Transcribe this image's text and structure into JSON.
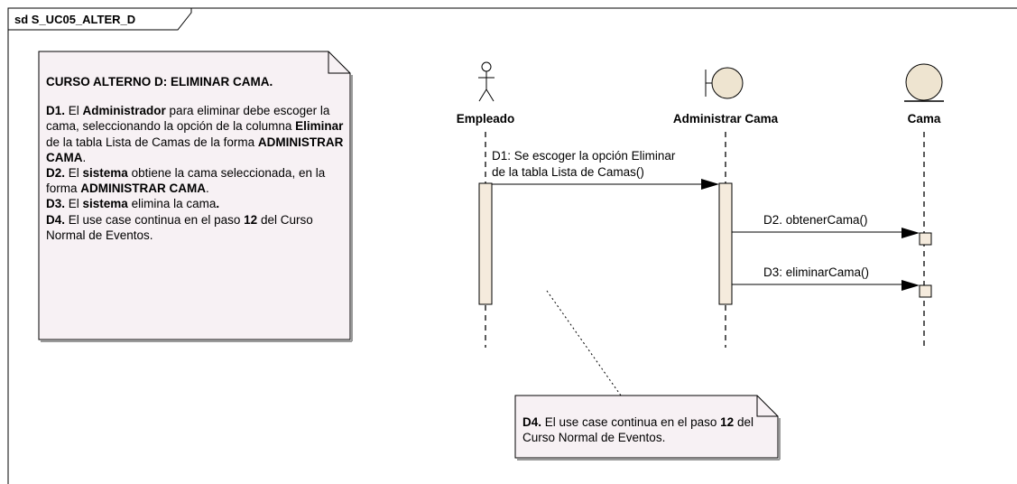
{
  "frame": {
    "title": "sd S_UC05_ALTER_D"
  },
  "colors": {
    "note_fill": "#F7F1F4",
    "lifeline_fill": "#F5EBDD",
    "participant_fill": "#EEE4D0",
    "line": "#000000"
  },
  "note_main": {
    "title": "CURSO ALTERNO D: ELIMINAR CAMA.",
    "step1": {
      "num": "D1.",
      "t1": " El ",
      "b1": "Administrador",
      "t2": " para eliminar debe escoger la cama, seleccionando la opción de la columna ",
      "b2": "Eliminar",
      "t3": " de la tabla Lista de Camas de la forma ",
      "b3": "ADMINISTRAR CAMA",
      "t4": "."
    },
    "step2": {
      "num": "D2.",
      "t1": " El ",
      "b1": "sistema",
      "t2": " obtiene la cama seleccionada, en la forma ",
      "b2": "ADMINISTRAR CAMA",
      "t3": "."
    },
    "step3": {
      "num": "D3.",
      "t1": " El ",
      "b1": "sistema",
      "t2": " elimina la cama",
      "b2": "."
    },
    "step4": {
      "num": "D4.",
      "t1": " El use case continua en el paso ",
      "b1": "12",
      "t2": " del Curso Normal de Eventos."
    }
  },
  "note_small": {
    "num": "D4.",
    "t1": " El use case continua en el paso ",
    "b1": "12",
    "t2": " del Curso Normal de Eventos."
  },
  "participants": [
    {
      "label": "Empleado",
      "kind": "actor"
    },
    {
      "label": "Administrar Cama",
      "kind": "boundary"
    },
    {
      "label": "Cama",
      "kind": "entity"
    }
  ],
  "messages": [
    {
      "line1": "D1: Se escoger la opción Eliminar",
      "line2": "de la tabla Lista de Camas()"
    },
    {
      "label": "D2. obtenerCama()"
    },
    {
      "label": "D3: eliminarCama()"
    }
  ]
}
